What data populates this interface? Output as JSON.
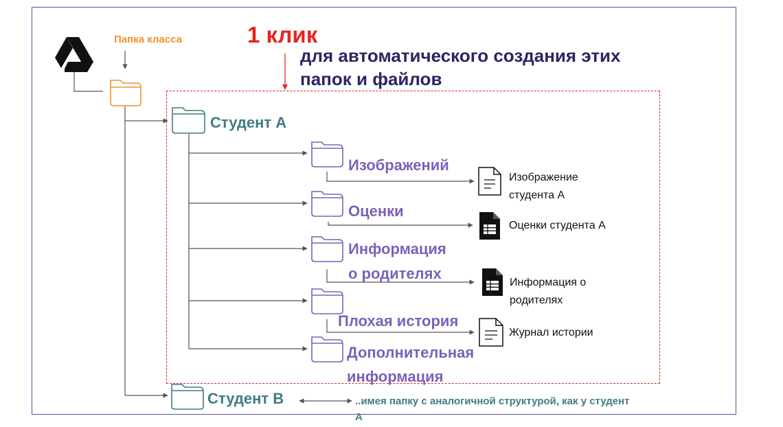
{
  "diagram": {
    "class_folder_label": "Папка класса",
    "click_label": "1 клик",
    "caption_line1": "для автоматического создания этих",
    "caption_line2": "папок и файлов",
    "student_a": "Студент А",
    "student_b": "Студент  В",
    "subfolders": [
      {
        "label_line1": "Изображений",
        "label_line2": ""
      },
      {
        "label_line1": "Оценки",
        "label_line2": ""
      },
      {
        "label_line1": "Информация",
        "label_line2": "о родителях"
      },
      {
        "label_line1": "Плохая история",
        "label_line2": ""
      },
      {
        "label_line1": "Дополнительная",
        "label_line2": "информация"
      }
    ],
    "files": [
      {
        "line1": "Изображение",
        "line2": "студента А",
        "icon": "doc-icon"
      },
      {
        "line1": "Оценки студента А",
        "line2": "",
        "icon": "sheet-icon"
      },
      {
        "line1": "Информация о",
        "line2": "родителях",
        "icon": "sheet-icon"
      },
      {
        "line1": "Журнал истории",
        "line2": "",
        "icon": "doc-icon"
      }
    ],
    "student_b_note_line1": "..имея папку с аналогичной структурой, как у студент",
    "student_b_note_line2": "А"
  },
  "colors": {
    "orange": "#f0922b",
    "red": "#e8231f",
    "navy": "#2d2563",
    "teal": "#3f7c82",
    "purple": "#7a62b9",
    "frame": "#5c4f9a"
  }
}
